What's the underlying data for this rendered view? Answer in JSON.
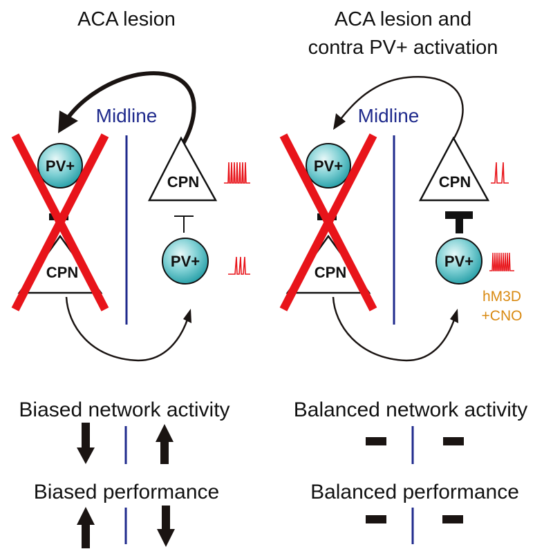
{
  "panels": {
    "left": {
      "title": "ACA lesion",
      "midline_label": "Midline",
      "pv_label": "PV+",
      "cpn_label": "CPN",
      "pv_contra_label": "PV+",
      "cpn_contra_label": "CPN",
      "network_caption": "Biased network activity",
      "performance_caption": "Biased performance"
    },
    "right": {
      "title_line1": "ACA lesion and",
      "title_line2": "contra PV+ activation",
      "midline_label": "Midline",
      "pv_label": "PV+",
      "cpn_label": "CPN",
      "pv_contra_label": "PV+",
      "cpn_contra_label": "CPN",
      "dreadd_line1": "hM3D",
      "dreadd_line2": "+CNO",
      "network_caption": "Balanced network activity",
      "performance_caption": "Balanced performance"
    }
  },
  "colors": {
    "midline": "#1f2a8c",
    "lesion_cross": "#e8141a",
    "cell_fill": "#40b8c0",
    "spikes": "#e8141a",
    "dreadd_text": "#d98a12",
    "arrows": "#1a1412"
  }
}
